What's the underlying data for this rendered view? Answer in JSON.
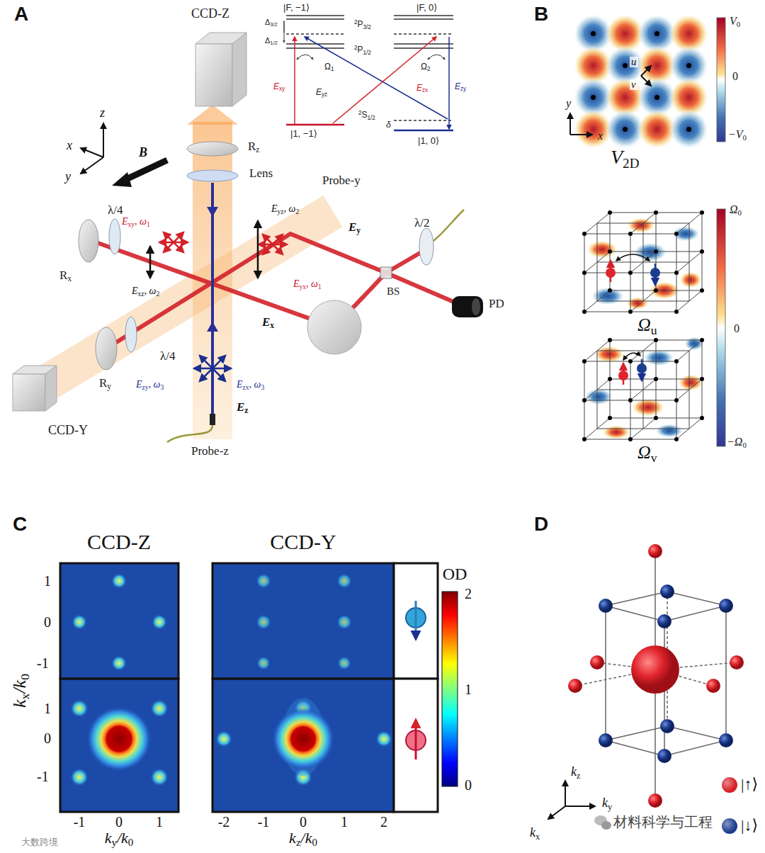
{
  "diagram": {
    "labels": [
      "A",
      "CCD-Z",
      "z",
      "x",
      "y",
      "B",
      "Rz",
      "Lens",
      "Probe-y",
      "λ/4",
      "Rx",
      "Exy, ω1",
      "Eyz, ω2",
      "Ey",
      "λ/2",
      "Exz, ω2",
      "Eyx, ω1",
      "Ex",
      "BS",
      "PD",
      "λ/4",
      "Ry",
      "Ezy, ω3",
      "Ezx, ω3",
      "Ez",
      "CCD-Y",
      "Probe-z",
      "|F, −1⟩",
      "|F, 0⟩",
      "Δ3/2",
      "Δ1/2",
      "2P3/2",
      "2P1/2",
      "Ω1",
      "Ω2",
      "Exy",
      "Eyz",
      "Ezx",
      "Ezy",
      "2S1/2",
      "|1, −1⟩",
      "δ",
      "|1, 0⟩",
      "B",
      "V0",
      "0",
      "−V0",
      "y",
      "x",
      "u",
      "v",
      "V2D",
      "Ω0",
      "0",
      "−Ω0",
      "Ωu",
      "Ωv",
      "C",
      "CCD-Z",
      "CCD-Y",
      "OD",
      "2",
      "1",
      "0",
      "kx/k0",
      "1",
      "0",
      "-1",
      "1",
      "0",
      "-1",
      "-1",
      "0",
      "1",
      "ky/k0",
      "-2",
      "-1",
      "0",
      "1",
      "2",
      "kz/k0",
      "D",
      "kz",
      "ky",
      "kx",
      "材料科学与工程",
      "大数跨境"
    ],
    "legend": [
      {
        "text": "|↑⟩",
        "color": "#d62027"
      },
      {
        "text": "|↓⟩",
        "color": "#1d3d8f"
      }
    ]
  }
}
